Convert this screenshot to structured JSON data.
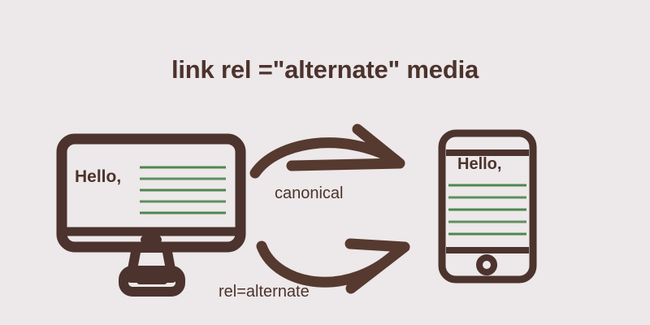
{
  "page": {
    "title": "link rel =\"alternate\" media",
    "background_color": "#ede8e9",
    "ink_color": "#4c332d",
    "line_color": "#5a8a5d"
  },
  "desktop": {
    "device_name": "desktop-monitor",
    "screen_text": "Hello,",
    "content_line_count": 5
  },
  "phone": {
    "device_name": "mobile-phone",
    "screen_text": "Hello,",
    "content_line_count": 5
  },
  "arrows": {
    "top": {
      "label": "canonical",
      "direction": "desktop-to-phone"
    },
    "bottom": {
      "label": "rel=alternate",
      "direction": "desktop-to-phone"
    }
  }
}
